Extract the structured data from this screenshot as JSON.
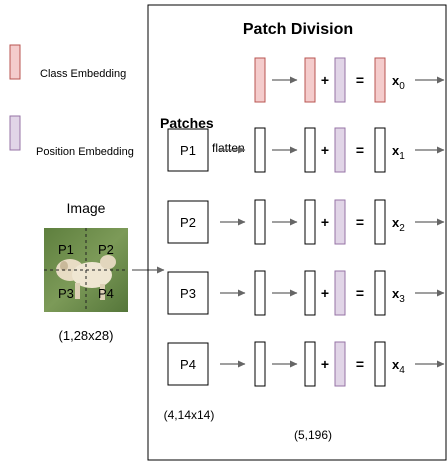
{
  "legend": {
    "class_label": "Class Embedding",
    "position_label": "Position Embedding"
  },
  "image_section": {
    "title": "Image",
    "patch_labels": [
      "P1",
      "P2",
      "P3",
      "P4"
    ],
    "shape": "(1,28x28)"
  },
  "main": {
    "title": "Patch Division",
    "patches_heading": "Patches",
    "flatten_label": "flatten",
    "patch_boxes": [
      "P1",
      "P2",
      "P3",
      "P4"
    ],
    "patches_shape": "(4,14x14)",
    "output_shape": "(5,196)",
    "plus": "+",
    "equals": "=",
    "outputs": [
      {
        "base": "x",
        "sub": "0"
      },
      {
        "base": "x",
        "sub": "1"
      },
      {
        "base": "x",
        "sub": "2"
      },
      {
        "base": "x",
        "sub": "3"
      },
      {
        "base": "x",
        "sub": "4"
      }
    ]
  },
  "colors": {
    "class_fill": "#f4cccc",
    "class_stroke": "#b85450",
    "position_fill": "#e1d5e7",
    "position_stroke": "#9673a6",
    "arrow": "#666666",
    "photo_grass": "#6f8f4e",
    "photo_dog": "#e8dcc4"
  }
}
